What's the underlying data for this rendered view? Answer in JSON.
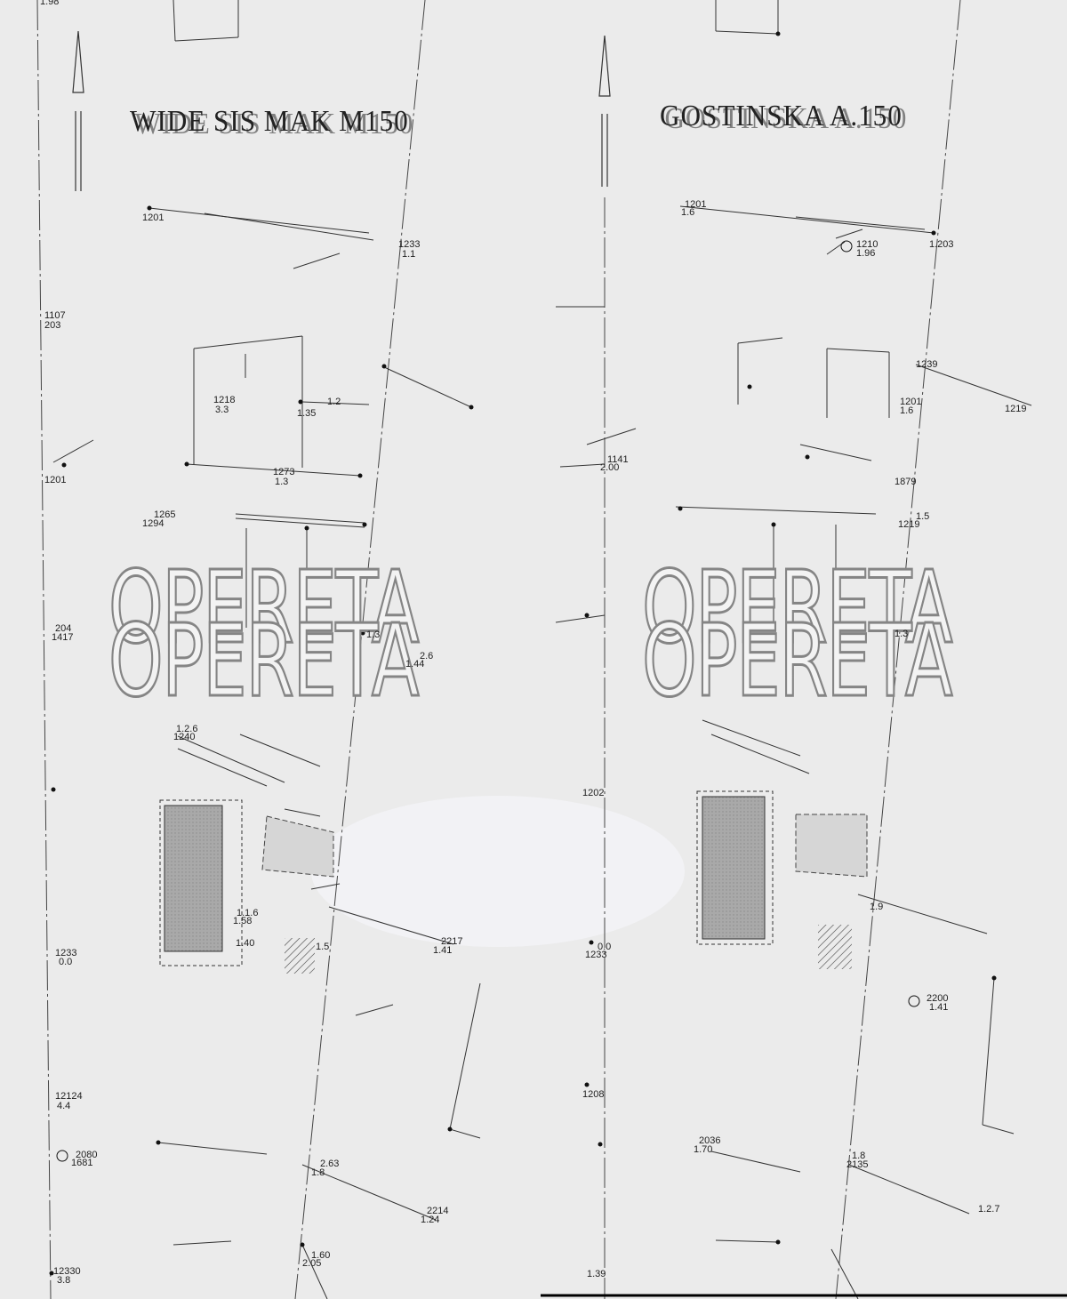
{
  "colors": {
    "background": "#ebebeb",
    "lines": "#333333",
    "building": "#a9a9a9",
    "watermark_outline": "#858585"
  },
  "left_panel": {
    "title": "WIDE SIS MAK M150",
    "watermark": "OPERETA",
    "labels": [
      "1.98",
      "1201",
      "1233",
      "1.1",
      "1107",
      "203",
      "1218",
      "3.3",
      "1.2",
      "1.35",
      "1273",
      "1.3",
      "1201",
      "1265",
      "1294",
      "204",
      "1417",
      "1.3",
      "2.6",
      "1.44",
      "1.2.6",
      "1240",
      "1.1.6",
      "1.58",
      "1.40",
      "1233",
      "0.0",
      "2217",
      "1.41",
      "1.5",
      "12124",
      "4.4",
      "2080",
      "1681",
      "2.63",
      "1.8",
      "2214",
      "1.24",
      "1.60",
      "2.05",
      "12330",
      "3.8"
    ]
  },
  "right_panel": {
    "title": "GOSTINSKA A.150",
    "watermark": "OPERETA",
    "labels": [
      "1201",
      "1.6",
      "1210",
      "1.96",
      "1.203",
      "1239",
      "1201",
      "1.6",
      "1219",
      "1141",
      "2.00",
      "1879",
      "1.5",
      "1219",
      "1.3",
      "1202",
      "1.9",
      "0.0",
      "1233",
      "2200",
      "1.41",
      "1208",
      "2036",
      "1.70",
      "1.8",
      "2135",
      "1.2.7",
      "1.39"
    ]
  }
}
